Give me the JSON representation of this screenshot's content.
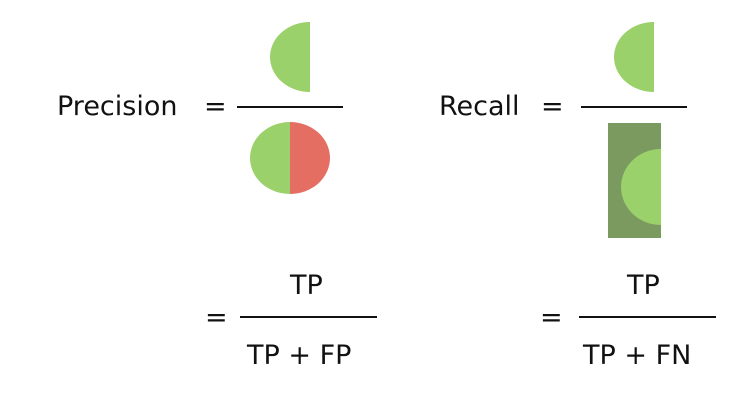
{
  "precision": {
    "label": "Precision",
    "equals": "=",
    "equals_formula": "=",
    "numerator": "TP",
    "denominator": "TP + FP"
  },
  "recall": {
    "label": "Recall",
    "equals": "=",
    "equals_formula": "=",
    "numerator": "TP",
    "denominator": "TP + FN"
  },
  "colors": {
    "true_positive": "#9bd16b",
    "false_positive": "#e56e63",
    "false_negative_box": "#7a9a60",
    "text": "#111111"
  }
}
